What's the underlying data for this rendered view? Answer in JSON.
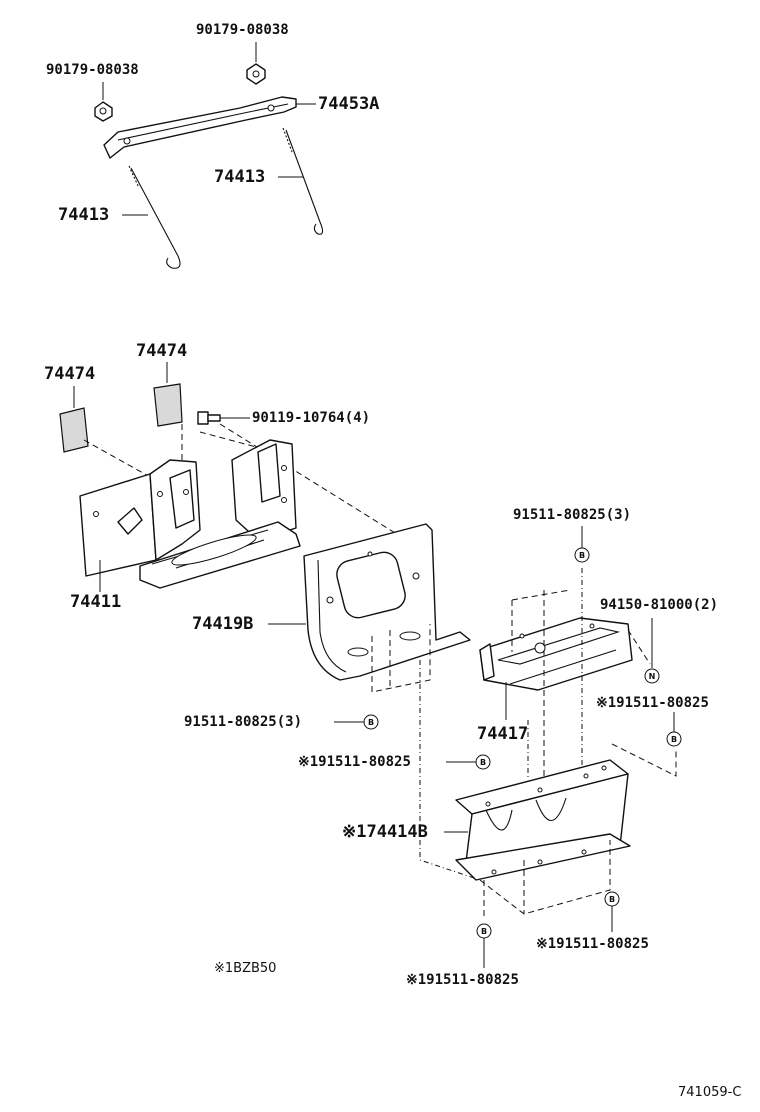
{
  "labels": {
    "nut_a": "90179-08038",
    "nut_b": "90179-08038",
    "clamp": "74453A",
    "rod_right": "74413",
    "rod_left": "74413",
    "pad_right": "74474",
    "pad_left": "74474",
    "bolt": "90119-10764(4)",
    "tray": "74411",
    "bracket_b": "74419B",
    "bolt_top_right": "91511-80825(3)",
    "nut_n": "94150-81000(2)",
    "bolt_right_marked": "※191511-80825",
    "bolt_left": "91511-80825(3)",
    "tray_small": "74417",
    "bolt_mid_marked": "※191511-80825",
    "stand_b": "※174414B",
    "bolt_bottom_right_marked": "※191511-80825",
    "bolt_bottom_marked": "※191511-80825",
    "note": "※1BZB50",
    "figure_code": "741059-C"
  },
  "symbols": {
    "bolt_symbol": "B",
    "nut_symbol": "N"
  }
}
